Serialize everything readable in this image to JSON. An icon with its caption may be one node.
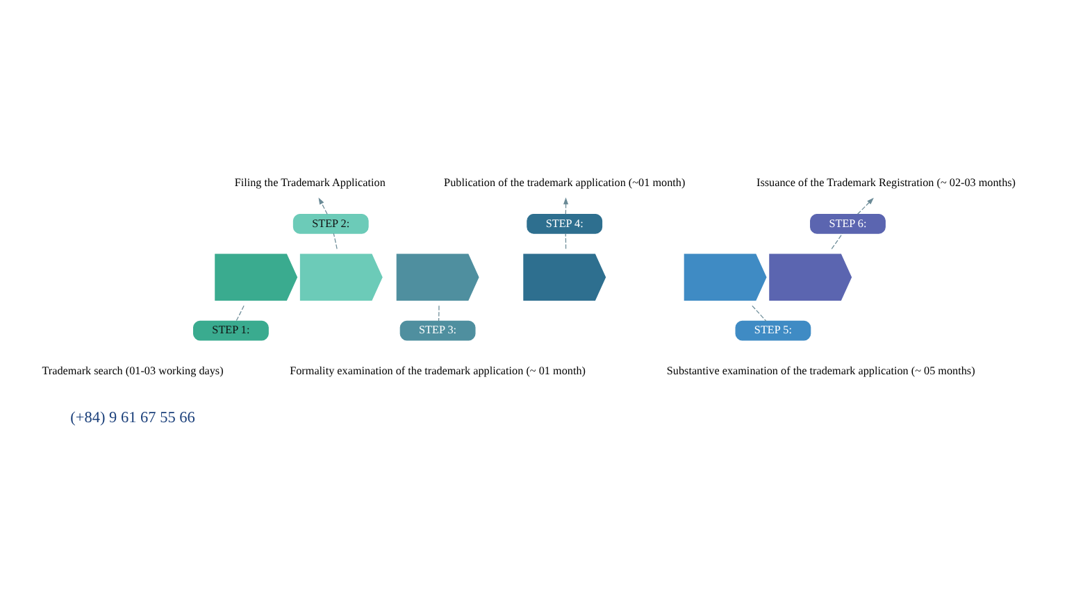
{
  "diagram": {
    "nodes": [
      {
        "text": [
          "Filing the Trademark Application"
        ]
      },
      {
        "text": [
          "Publication of the trademark application (~01 month)"
        ]
      },
      {
        "text": [
          "Issuance of the Trademark Registration (~ 02-03 months)"
        ]
      },
      {
        "text": [
          "STEP 2:"
        ]
      },
      {
        "text": [
          "STEP 4:"
        ]
      },
      {
        "text": [
          "STEP 6:"
        ]
      },
      {
        "text": [],
        "shape": "chevron"
      },
      {
        "text": [],
        "shape": "chevron"
      },
      {
        "text": [],
        "shape": "chevron"
      },
      {
        "text": [],
        "shape": "chevron"
      },
      {
        "text": [],
        "shape": "chevron"
      },
      {
        "text": [],
        "shape": "chevron"
      },
      {
        "text": [
          "STEP 1:"
        ]
      },
      {
        "text": [
          "STEP 3:"
        ]
      },
      {
        "text": [
          "STEP 5:"
        ]
      },
      {
        "text": [
          "Trademark search (01-03 working days)"
        ]
      },
      {
        "text": [
          "Formality examination of the trademark application (~ 01 month)"
        ]
      },
      {
        "text": [
          "Substantive examination of the trademark application (~ 05 months)"
        ]
      }
    ],
    "edges": [
      {
        "from": 6,
        "to": 12,
        "arrow": "none",
        "style": "dashed"
      },
      {
        "from": 7,
        "to": 3,
        "arrow": "none",
        "style": "dashed"
      },
      {
        "from": 3,
        "to": 0,
        "arrow": "to",
        "style": "dashed"
      },
      {
        "from": 8,
        "to": 13,
        "arrow": "none",
        "style": "dashed"
      },
      {
        "from": 9,
        "to": 4,
        "arrow": "none",
        "style": "dashed"
      },
      {
        "from": 4,
        "to": 1,
        "arrow": "to",
        "style": "dashed"
      },
      {
        "from": 10,
        "to": 14,
        "arrow": "none",
        "style": "dashed"
      },
      {
        "from": 11,
        "to": 5,
        "arrow": "none",
        "style": "dashed"
      },
      {
        "from": 5,
        "to": 2,
        "arrow": "to",
        "style": "dashed"
      }
    ],
    "labels": [
      "(+84) 9 61 67 55 66"
    ]
  }
}
